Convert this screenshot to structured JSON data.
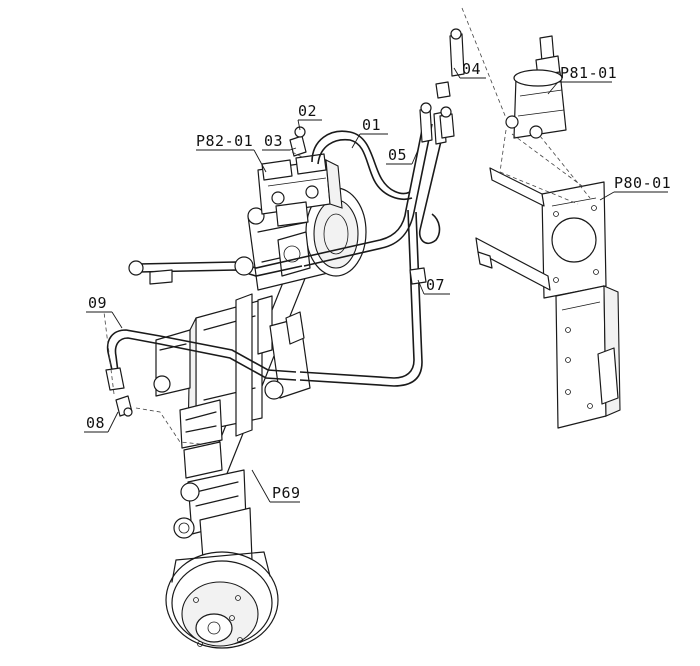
{
  "diagram": {
    "callouts": [
      {
        "id": "01",
        "label": "01"
      },
      {
        "id": "02",
        "label": "02"
      },
      {
        "id": "03",
        "label": "03"
      },
      {
        "id": "04",
        "label": "04"
      },
      {
        "id": "05",
        "label": "05"
      },
      {
        "id": "07",
        "label": "07"
      },
      {
        "id": "08",
        "label": "08"
      },
      {
        "id": "09",
        "label": "09"
      },
      {
        "id": "P69",
        "label": "P69"
      },
      {
        "id": "P80",
        "label": "P80-01"
      },
      {
        "id": "P81",
        "label": "P81-01"
      },
      {
        "id": "P82",
        "label": "P82-01"
      }
    ]
  }
}
